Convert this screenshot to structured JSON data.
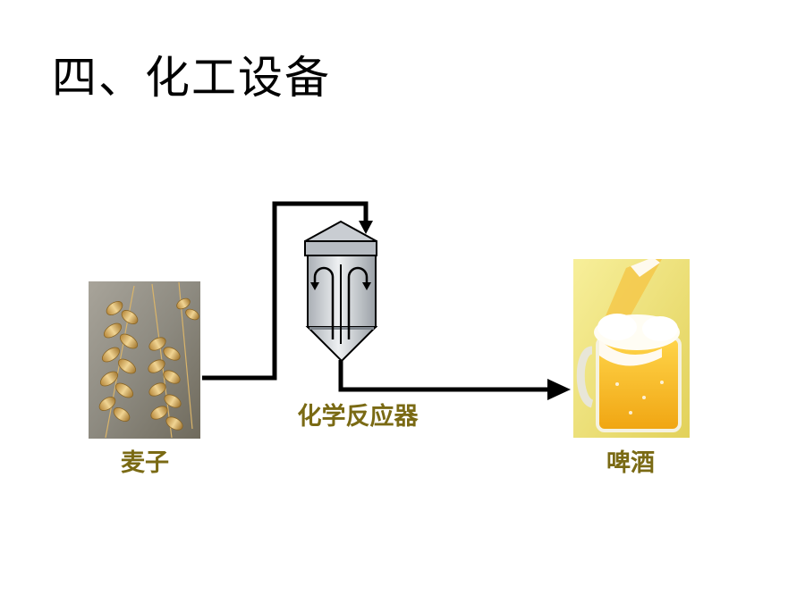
{
  "slide": {
    "title": "四、化工设备"
  },
  "diagram": {
    "input_label": "麦子",
    "reactor_label": "化学反应器",
    "output_label": "啤酒",
    "label_color": "#7a6a14",
    "line_color": "#000000",
    "reactor_color": "#c9cdd2"
  }
}
